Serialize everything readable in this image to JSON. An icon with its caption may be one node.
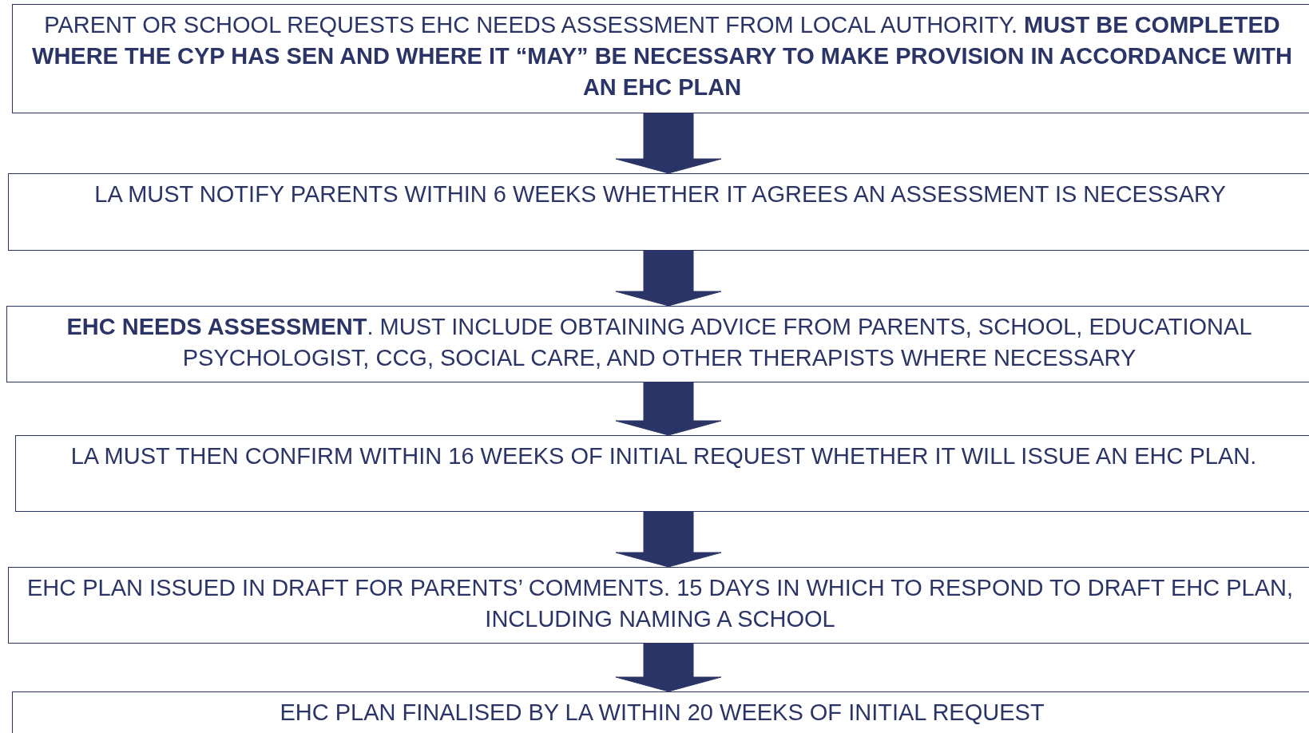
{
  "diagram": {
    "nodes": [
      {
        "text": [
          "PARENT OR SCHOOL REQUESTS EHC NEEDS ASSESSMENT FROM LOCAL AUTHORITY. **MUST BE COMPLETED WHERE THE CYP HAS SEN AND WHERE IT “MAY” BE NECESSARY TO MAKE PROVISION IN ACCORDANCE WITH AN EHC PLAN**"
        ]
      },
      {
        "text": [
          "LA MUST NOTIFY PARENTS WITHIN 6 WEEKS WHETHER IT AGREES AN ASSESSMENT IS NECESSARY"
        ]
      },
      {
        "text": [
          "**EHC NEEDS ASSESSMENT**. MUST INCLUDE OBTAINING ADVICE FROM PARENTS, SCHOOL, EDUCATIONAL PSYCHOLOGIST, CCG, SOCIAL CARE, AND OTHER THERAPISTS WHERE NECESSARY"
        ]
      },
      {
        "text": [
          "LA MUST THEN CONFIRM WITHIN 16 WEEKS OF INITIAL REQUEST WHETHER IT WILL ISSUE AN EHC PLAN."
        ]
      },
      {
        "text": [
          "EHC PLAN ISSUED IN DRAFT FOR PARENTS’ COMMENTS. 15 DAYS IN WHICH TO RESPOND TO DRAFT EHC PLAN, INCLUDING NAMING A SCHOOL"
        ]
      },
      {
        "text": [
          "EHC PLAN FINALISED BY LA WITHIN 20 WEEKS OF INITIAL REQUEST"
        ]
      }
    ],
    "edges": [
      {
        "from": 0,
        "to": 1,
        "arrow": "to"
      },
      {
        "from": 1,
        "to": 2,
        "arrow": "to"
      },
      {
        "from": 2,
        "to": 3,
        "arrow": "to"
      },
      {
        "from": 3,
        "to": 4,
        "arrow": "to"
      },
      {
        "from": 4,
        "to": 5,
        "arrow": "to"
      }
    ]
  }
}
